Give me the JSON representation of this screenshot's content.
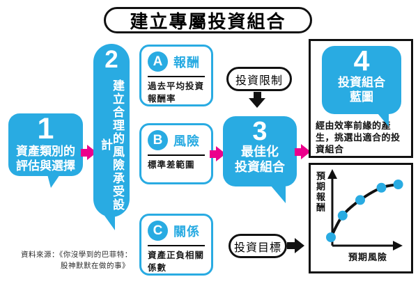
{
  "title": "建立專屬投資組合",
  "palette": {
    "blue": "#29ABE2",
    "pink": "#EC008C",
    "ink": "#111111"
  },
  "steps": [
    {
      "number": "1",
      "lines": [
        "資產類別的",
        "評估與選擇"
      ]
    },
    {
      "number": "2",
      "label": "建立合理的風險承受設計"
    },
    {
      "number": "3",
      "lines": [
        "最佳化",
        "投資組合"
      ]
    },
    {
      "number": "4",
      "lines": [
        "投資組合",
        "藍圖"
      ]
    }
  ],
  "cards": [
    {
      "letter": "A",
      "title": "報酬",
      "body": "過去平均投資報酬率"
    },
    {
      "letter": "B",
      "title": "風險",
      "body": "標準差範圍"
    },
    {
      "letter": "C",
      "title": "關係",
      "body": "資產正負相關係數"
    }
  ],
  "labels": {
    "constraint": "投資限制",
    "goal": "投資目標"
  },
  "panel": {
    "caption": "經由效率前緣的產生，挑選出適合的投資組合"
  },
  "chart_data": {
    "type": "line",
    "title": "",
    "xlabel": "預期風險",
    "ylabel": "預期報酬",
    "description": "概念性效率前緣曲線：報酬隨風險遞增但增幅遞減，曲線上有5個投資組合點",
    "points": [
      {
        "x": 0.0,
        "y": 0.0
      },
      {
        "x": 0.16,
        "y": 0.39
      },
      {
        "x": 0.4,
        "y": 0.67
      },
      {
        "x": 0.69,
        "y": 0.89
      },
      {
        "x": 0.92,
        "y": 0.95
      }
    ],
    "axis_ticks": "none (conceptual axes with arrowheads)",
    "marker_color": "#29ABE2",
    "line_color": "#111111",
    "legend": "none"
  },
  "source": {
    "line1": "資料來源：《你沒學到的巴菲特：",
    "line2": "股神默默在做的事》"
  }
}
